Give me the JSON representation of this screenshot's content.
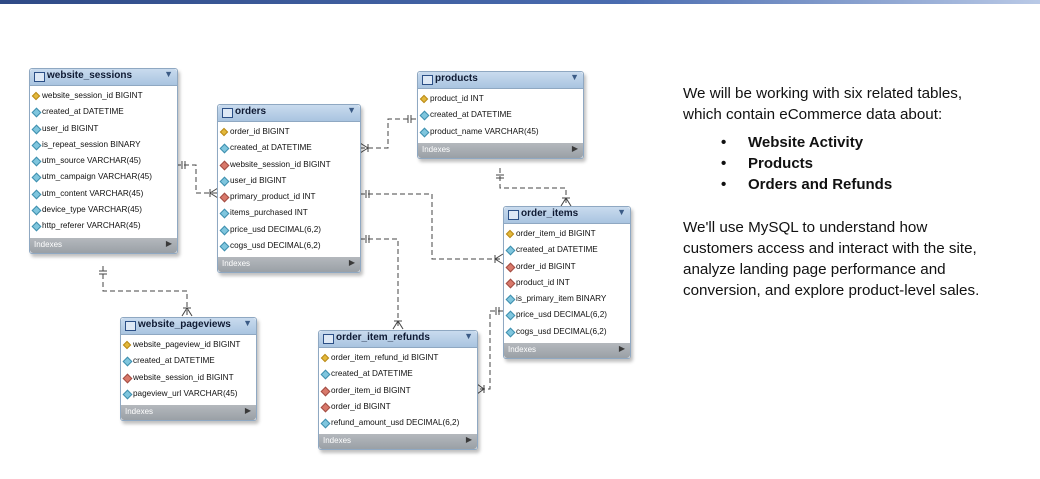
{
  "tables": {
    "website_sessions": {
      "name": "website_sessions",
      "columns": [
        {
          "icon": "key",
          "text": "website_session_id BIGINT"
        },
        {
          "icon": "col",
          "text": "created_at DATETIME"
        },
        {
          "icon": "col",
          "text": "user_id BIGINT"
        },
        {
          "icon": "col",
          "text": "is_repeat_session BINARY"
        },
        {
          "icon": "col",
          "text": "utm_source VARCHAR(45)"
        },
        {
          "icon": "col",
          "text": "utm_campaign VARCHAR(45)"
        },
        {
          "icon": "col",
          "text": "utm_content VARCHAR(45)"
        },
        {
          "icon": "col",
          "text": "device_type VARCHAR(45)"
        },
        {
          "icon": "col",
          "text": "http_referer VARCHAR(45)"
        }
      ],
      "footer": "Indexes"
    },
    "orders": {
      "name": "orders",
      "columns": [
        {
          "icon": "key",
          "text": "order_id BIGINT"
        },
        {
          "icon": "col",
          "text": "created_at DATETIME"
        },
        {
          "icon": "fk",
          "text": "website_session_id BIGINT"
        },
        {
          "icon": "col",
          "text": "user_id BIGINT"
        },
        {
          "icon": "fk",
          "text": "primary_product_id INT"
        },
        {
          "icon": "col",
          "text": "items_purchased INT"
        },
        {
          "icon": "col",
          "text": "price_usd DECIMAL(6,2)"
        },
        {
          "icon": "col",
          "text": "cogs_usd DECIMAL(6,2)"
        }
      ],
      "footer": "Indexes"
    },
    "products": {
      "name": "products",
      "columns": [
        {
          "icon": "key",
          "text": "product_id INT"
        },
        {
          "icon": "col",
          "text": "created_at DATETIME"
        },
        {
          "icon": "col",
          "text": "product_name VARCHAR(45)"
        }
      ],
      "footer": "Indexes"
    },
    "order_items": {
      "name": "order_items",
      "columns": [
        {
          "icon": "key",
          "text": "order_item_id BIGINT"
        },
        {
          "icon": "col",
          "text": "created_at DATETIME"
        },
        {
          "icon": "fk",
          "text": "order_id BIGINT"
        },
        {
          "icon": "fk",
          "text": "product_id INT"
        },
        {
          "icon": "col",
          "text": "is_primary_item BINARY"
        },
        {
          "icon": "col",
          "text": "price_usd DECIMAL(6,2)"
        },
        {
          "icon": "col",
          "text": "cogs_usd DECIMAL(6,2)"
        }
      ],
      "footer": "Indexes"
    },
    "website_pageviews": {
      "name": "website_pageviews",
      "columns": [
        {
          "icon": "key",
          "text": "website_pageview_id BIGINT"
        },
        {
          "icon": "col",
          "text": "created_at DATETIME"
        },
        {
          "icon": "fk",
          "text": "website_session_id BIGINT"
        },
        {
          "icon": "col",
          "text": "pageview_url VARCHAR(45)"
        }
      ],
      "footer": "Indexes"
    },
    "order_item_refunds": {
      "name": "order_item_refunds",
      "columns": [
        {
          "icon": "key",
          "text": "order_item_refund_id BIGINT"
        },
        {
          "icon": "col",
          "text": "created_at DATETIME"
        },
        {
          "icon": "fk",
          "text": "order_item_id BIGINT"
        },
        {
          "icon": "fk",
          "text": "order_id BIGINT"
        },
        {
          "icon": "col",
          "text": "refund_amount_usd DECIMAL(6,2)"
        }
      ],
      "footer": "Indexes"
    }
  },
  "intro": {
    "line1": "We will be working with six related tables,",
    "line2": "which contain eCommerce data about:",
    "bullets": [
      "Website Activity",
      "Products",
      "Orders and Refunds"
    ],
    "para_line1": "We'll use MySQL to understand how",
    "para_line2": "customers access and interact with the site,",
    "para_line3": "analyze landing page performance and",
    "para_line4": "conversion, and explore product-level sales."
  },
  "colors": {
    "header": "#a9c4e0",
    "footer": "#9aa0a6",
    "primary_key": "#e3b83a",
    "foreign_key": "#d9786a",
    "column": "#7fc6de",
    "top_bar": "#2f4a86"
  }
}
